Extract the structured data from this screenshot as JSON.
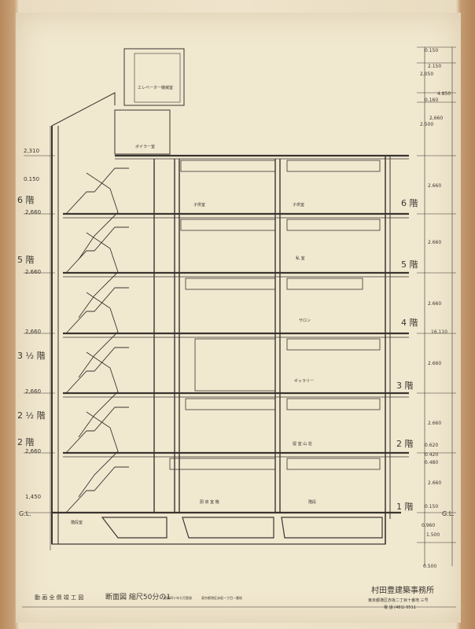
{
  "drawing": {
    "elevator_room": "エレベーター機械室",
    "boiler_room": "ボイラー室",
    "rooms": {
      "f6_left": "子供室",
      "f6_right": "子供室",
      "f5": "私 室",
      "f4": "サロン",
      "f3": "ギャラリー",
      "f2": "寝 室 山 荘",
      "f1_left": "厨 房 室 機",
      "f1_right": "階段",
      "stair_base": "階段室"
    },
    "left_floor_labels": [
      "6 階",
      "5 階",
      "3 ½ 階",
      "2 ½ 階",
      "2 階",
      "G.L."
    ],
    "left_dims": [
      "2,310",
      "0.150",
      "2,660",
      "2.660",
      "2,660",
      "2,660",
      "2,660",
      "1,450"
    ],
    "right_floor_labels": [
      "6 階",
      "5 階",
      "4 階",
      "3 階",
      "2 階",
      "1 階",
      "G.L."
    ],
    "right_dims": [
      "0.150",
      "2.150",
      "2,050",
      "4.850",
      "0.160",
      "2,660",
      "2.500",
      "2.660",
      "2.660",
      "2.660",
      "16.110",
      "2.660",
      "2.660",
      "0.620",
      "0.420",
      "0.480",
      "2.660",
      "0.150",
      "0.960",
      "1.500",
      "0.500"
    ]
  },
  "title_block": {
    "caption_left": "動 画 全 倒 竣 工 図",
    "sheet_title": "断面図 縮尺50分の1",
    "sheet_note_1": "昭和四十年七月登録",
    "sheet_note_2": "東京都港区赤坂一丁目一番地",
    "office_name": "村田豊建築事務所",
    "office_address": "東京都港区赤坂二丁目十番地 三号",
    "office_phone": "電 話 (481) 0511"
  }
}
